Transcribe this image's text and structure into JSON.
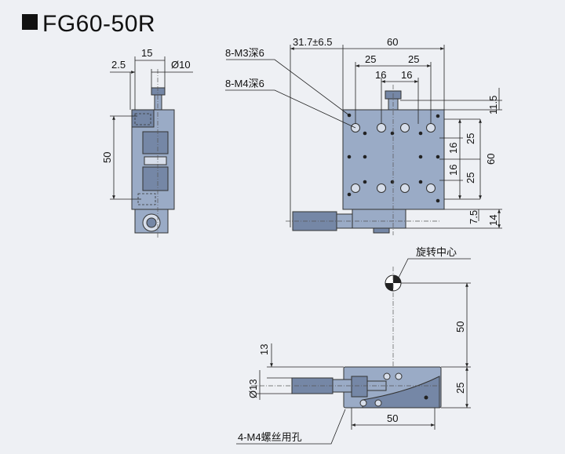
{
  "title": "FG60-50R",
  "left_view": {
    "dim_15": "15",
    "dim_2_5": "2.5",
    "dim_d10": "Ø10",
    "dim_50": "50"
  },
  "top_view": {
    "dim_31_7": "31.7±6.5",
    "dim_60_top": "60",
    "dim_25_a": "25",
    "dim_25_b": "25",
    "dim_16_a": "16",
    "dim_16_b": "16",
    "label_m3": "8-M3深6",
    "label_m4": "8-M4深6",
    "dim_11_5": "11.5",
    "dim_25_r1": "25",
    "dim_16_r1": "16",
    "dim_16_r2": "16",
    "dim_25_r2": "25",
    "dim_60_right": "60",
    "dim_7_5": "7.5",
    "dim_14": "14"
  },
  "front_view": {
    "rotation_center": "旋转中心",
    "dim_50_vert": "50",
    "dim_13": "13",
    "dim_d13": "Ø13",
    "dim_25": "25",
    "dim_50_horiz": "50",
    "label_screw": "4-M4螺丝用孔"
  }
}
